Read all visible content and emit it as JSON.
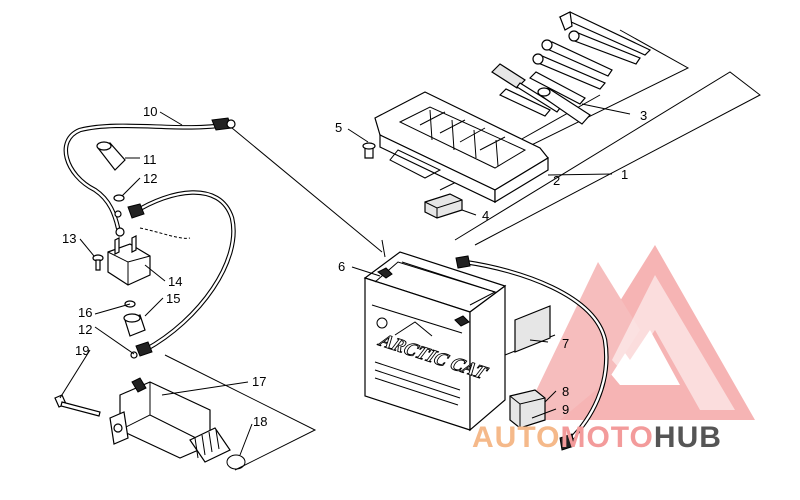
{
  "callouts": {
    "c1": "1",
    "c2": "2",
    "c3": "3",
    "c4": "4",
    "c5": "5",
    "c6": "6",
    "c7": "7",
    "c8": "8",
    "c9": "9",
    "c10": "10",
    "c11": "11",
    "c12a": "12",
    "c12b": "12",
    "c13": "13",
    "c14": "14",
    "c15": "15",
    "c16": "16",
    "c17": "17",
    "c18": "18",
    "c19": "19"
  },
  "battery_label": {
    "brand": "ARCTIC CAT"
  },
  "watermark": {
    "part1": "AUTO",
    "part2": "MOTO",
    "part3": "HUB",
    "color_primary": "#f39b9b",
    "color_secondary": "#f5b98a",
    "color_dark": "#555555"
  }
}
